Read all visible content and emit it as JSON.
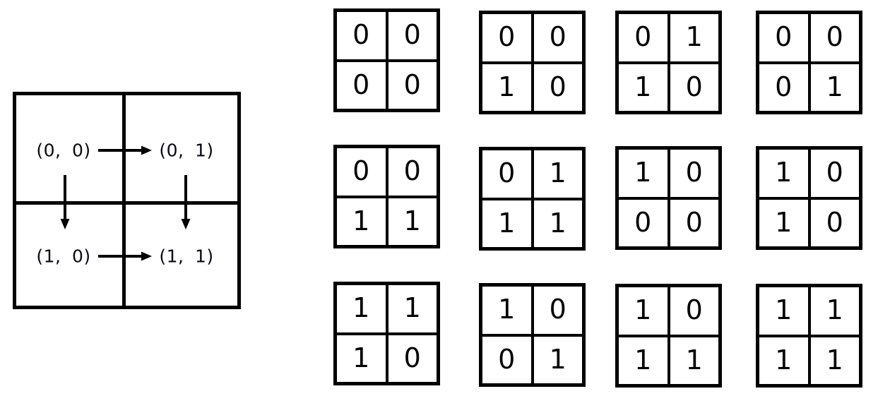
{
  "colors": {
    "ink": "#000000",
    "paper": "#ffffff"
  },
  "diagram": {
    "labels": {
      "top_left": "(0, 0)",
      "top_right": "(0, 1)",
      "bottom_left": "(1, 0)",
      "bottom_right": "(1, 1)"
    },
    "icons": {
      "right_arrow": "→",
      "down_arrow": "↓"
    }
  },
  "grids": [
    {
      "cells": [
        [
          "0",
          "0"
        ],
        [
          "0",
          "0"
        ]
      ]
    },
    {
      "cells": [
        [
          "0",
          "0"
        ],
        [
          "1",
          "0"
        ]
      ]
    },
    {
      "cells": [
        [
          "0",
          "1"
        ],
        [
          "1",
          "0"
        ]
      ]
    },
    {
      "cells": [
        [
          "0",
          "0"
        ],
        [
          "0",
          "1"
        ]
      ]
    },
    {
      "cells": [
        [
          "0",
          "0"
        ],
        [
          "1",
          "1"
        ]
      ]
    },
    {
      "cells": [
        [
          "0",
          "1"
        ],
        [
          "1",
          "1"
        ]
      ]
    },
    {
      "cells": [
        [
          "1",
          "0"
        ],
        [
          "0",
          "0"
        ]
      ]
    },
    {
      "cells": [
        [
          "1",
          "0"
        ],
        [
          "1",
          "0"
        ]
      ]
    },
    {
      "cells": [
        [
          "1",
          "1"
        ],
        [
          "1",
          "0"
        ]
      ]
    },
    {
      "cells": [
        [
          "1",
          "0"
        ],
        [
          "0",
          "1"
        ]
      ]
    },
    {
      "cells": [
        [
          "1",
          "0"
        ],
        [
          "1",
          "1"
        ]
      ]
    },
    {
      "cells": [
        [
          "1",
          "1"
        ],
        [
          "1",
          "1"
        ]
      ]
    }
  ]
}
